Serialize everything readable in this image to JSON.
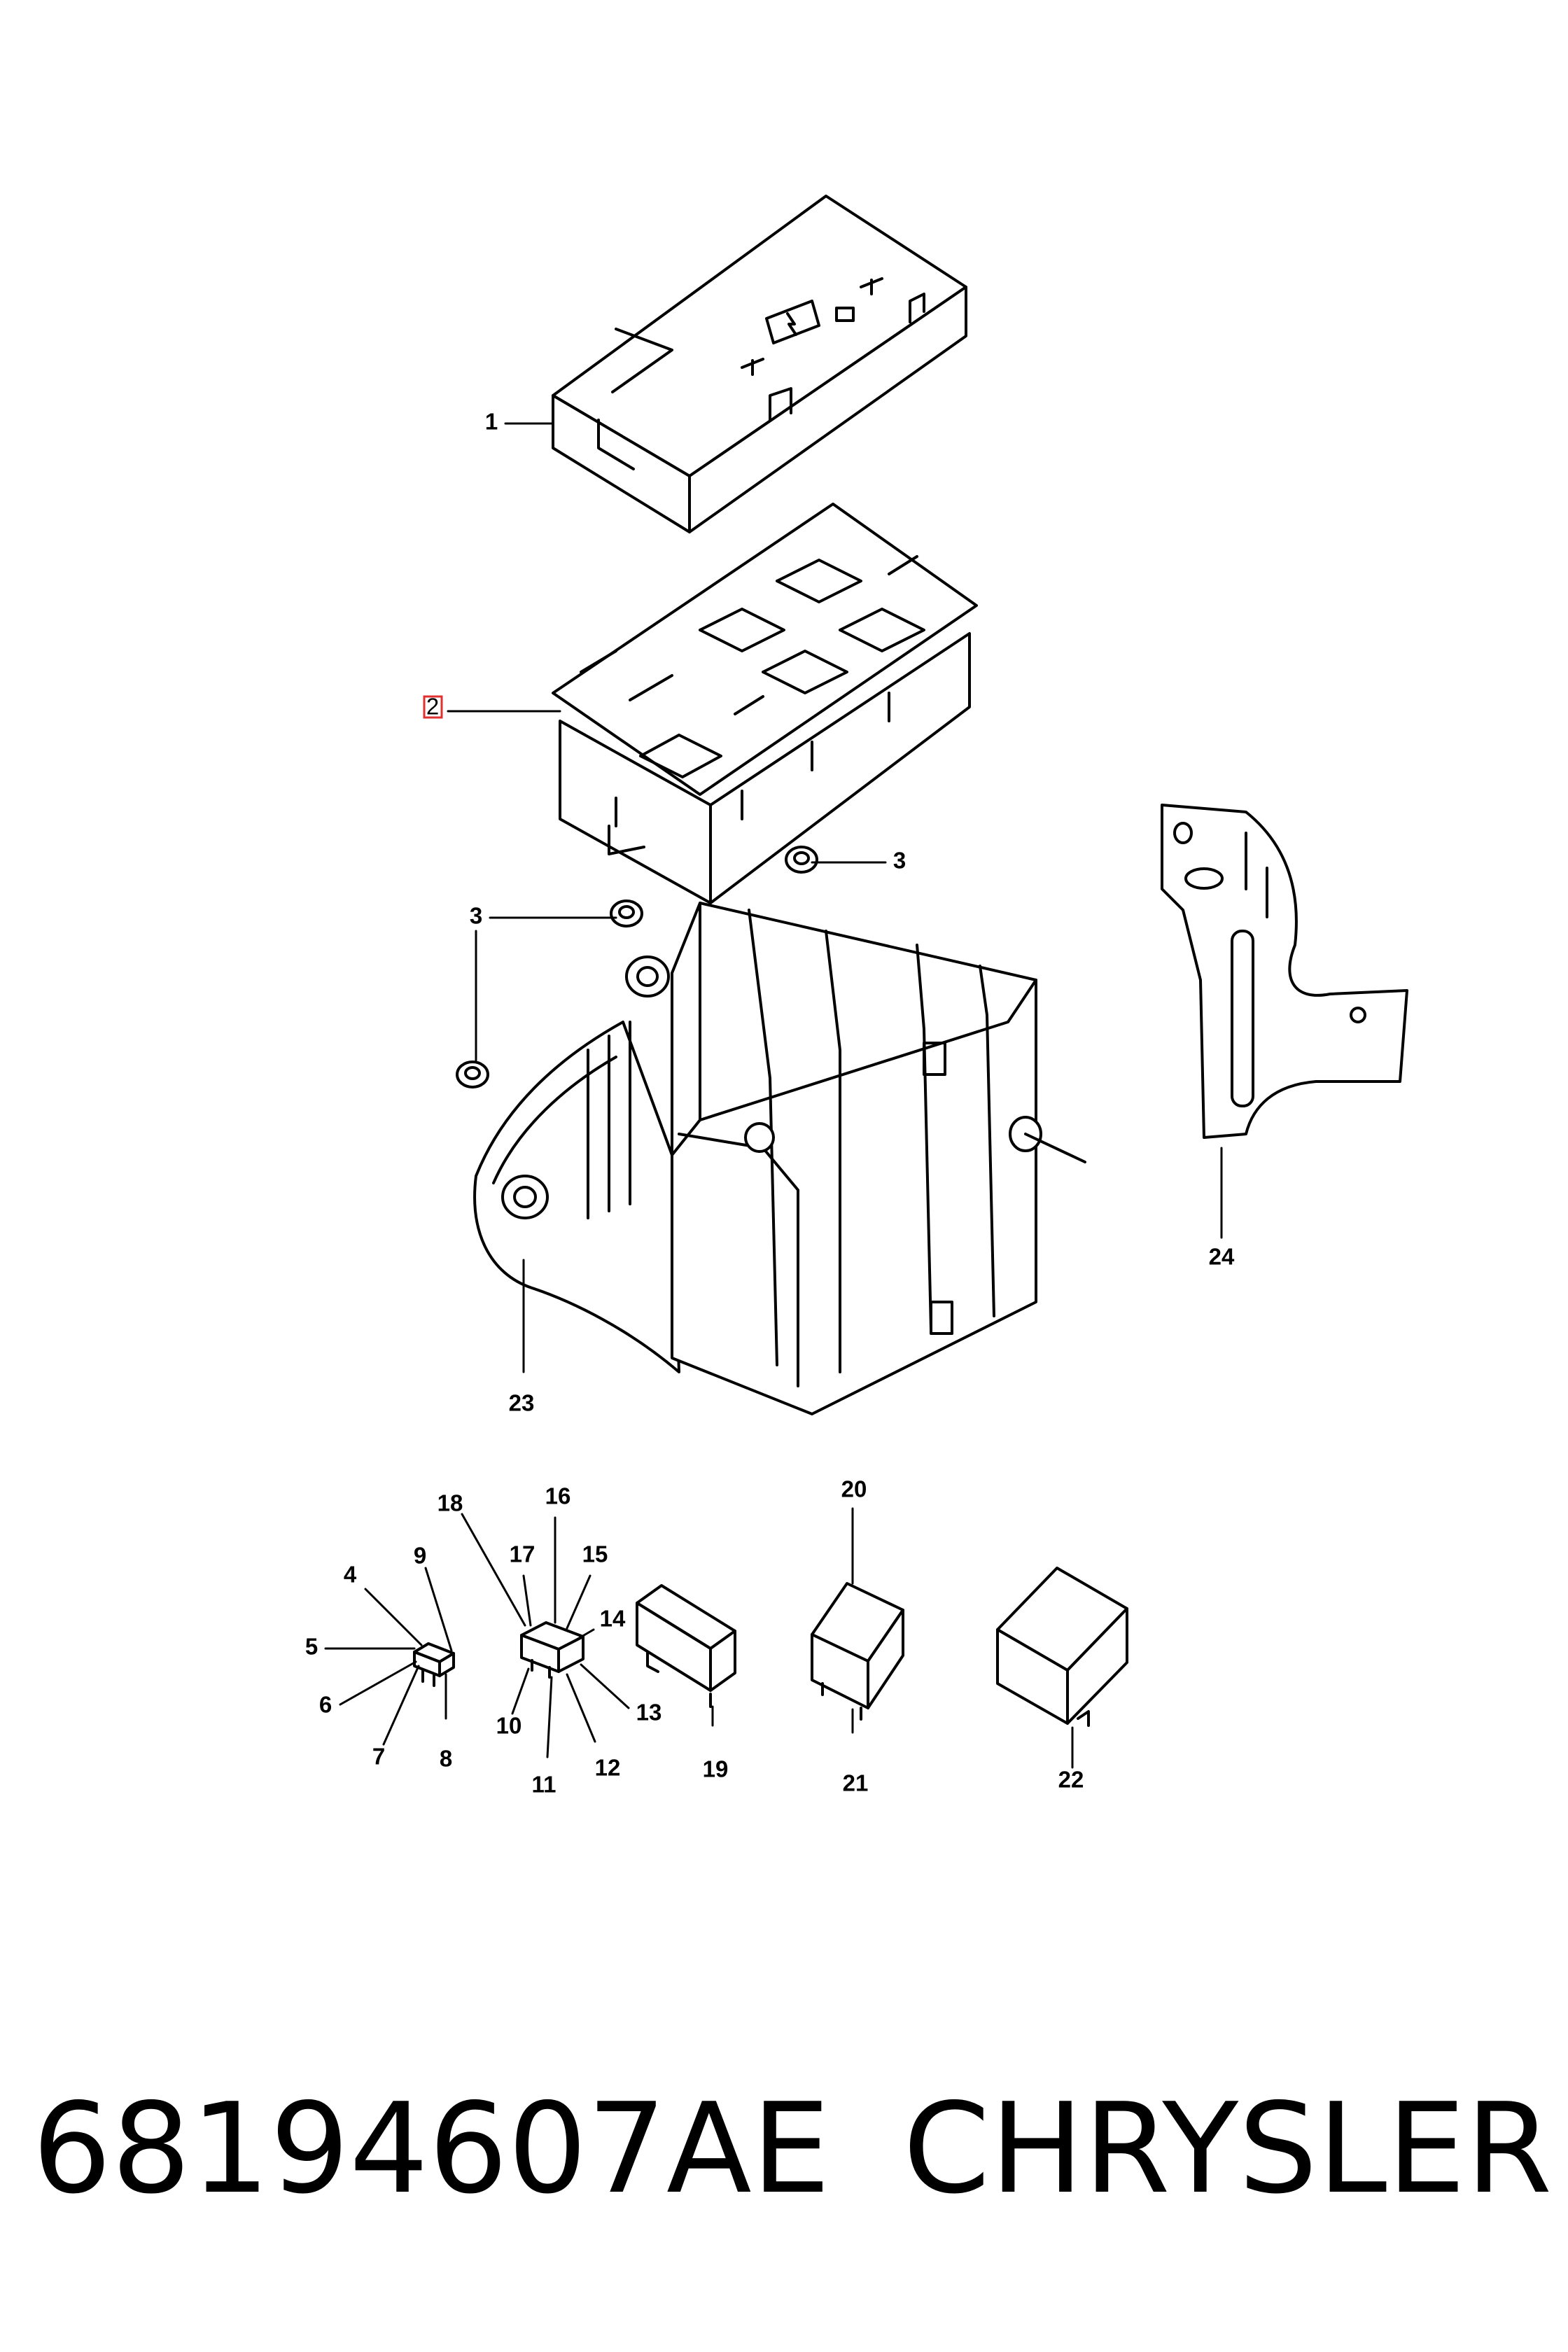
{
  "diagram": {
    "callouts": [
      {
        "id": "c1",
        "text": "1"
      },
      {
        "id": "c2",
        "text": "2",
        "highlight": "#e03030"
      },
      {
        "id": "c3a",
        "text": "3"
      },
      {
        "id": "c3b",
        "text": "3"
      },
      {
        "id": "c4",
        "text": "4"
      },
      {
        "id": "c5",
        "text": "5"
      },
      {
        "id": "c6",
        "text": "6"
      },
      {
        "id": "c7",
        "text": "7"
      },
      {
        "id": "c8",
        "text": "8"
      },
      {
        "id": "c9",
        "text": "9"
      },
      {
        "id": "c10",
        "text": "10"
      },
      {
        "id": "c11",
        "text": "11"
      },
      {
        "id": "c12",
        "text": "12"
      },
      {
        "id": "c13",
        "text": "13"
      },
      {
        "id": "c14",
        "text": "14"
      },
      {
        "id": "c15",
        "text": "15"
      },
      {
        "id": "c16",
        "text": "16"
      },
      {
        "id": "c17",
        "text": "17"
      },
      {
        "id": "c18",
        "text": "18"
      },
      {
        "id": "c19",
        "text": "19"
      },
      {
        "id": "c20",
        "text": "20"
      },
      {
        "id": "c21",
        "text": "21"
      },
      {
        "id": "c22",
        "text": "22"
      },
      {
        "id": "c23",
        "text": "23"
      },
      {
        "id": "c24",
        "text": "24"
      }
    ]
  },
  "footer": {
    "part_number": "68194607AE",
    "brand": "CHRYSLER"
  }
}
